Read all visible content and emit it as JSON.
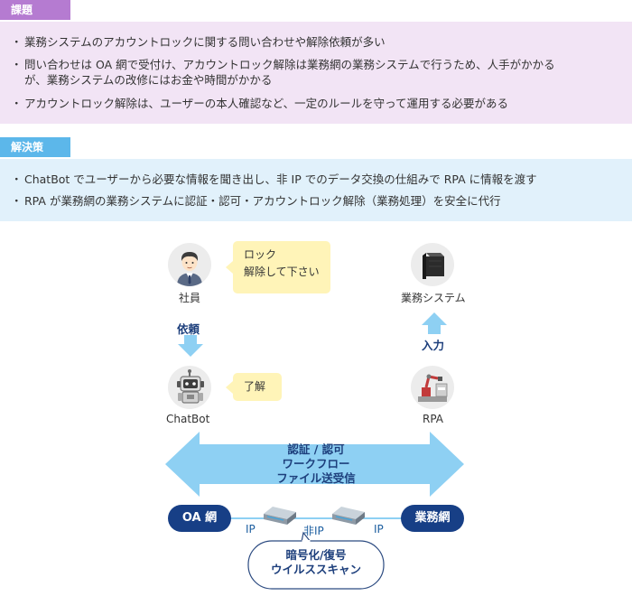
{
  "issue": {
    "tag": "課題",
    "bullets": [
      "業務システムのアカウントロックに関する問い合わせや解除依頼が多い",
      "問い合わせは OA 網で受付け、アカウントロック解除は業務網の業務システムで行うため、人手がかかる",
      "が、業務システムの改修にはお金や時間がかかる",
      "アカウントロック解除は、ユーザーの本人確認など、一定のルールを守って運用する必要がある"
    ]
  },
  "solution": {
    "tag": "解決策",
    "bullets": [
      "ChatBot でユーザーから必要な情報を聞き出し、非 IP でのデータ交換の仕組みで RPA に情報を渡す",
      "RPA が業務網の業務システムに認証・認可・アカウントロック解除（業務処理）を安全に代行"
    ]
  },
  "diagram": {
    "employee_label": "社員",
    "employee_bubble_line1": "ロック",
    "employee_bubble_line2": "解除して下さい",
    "request_label": "依頼",
    "chatbot_label": "ChatBot",
    "chatbot_bubble": "了解",
    "system_label": "業務システム",
    "input_label": "入力",
    "rpa_label": "RPA",
    "arrow_line1": "認証 / 認可",
    "arrow_line2": "ワークフロー",
    "arrow_line3": "ファイル送受信",
    "oa_network": "OA 網",
    "business_network": "業務網",
    "ip_left": "IP",
    "non_ip": "非IP",
    "ip_right": "IP",
    "cloud_line1": "暗号化/復号",
    "cloud_line2": "ウイルススキャン"
  },
  "colors": {
    "issue_accent": "#b57bd1",
    "issue_background": "#f2e4f5",
    "solution_accent": "#5cb7ea",
    "solution_background": "#e1f1fb",
    "arrow": "#8ed0f3",
    "network_pill": "#173f86",
    "bubble": "#fff4b8"
  }
}
